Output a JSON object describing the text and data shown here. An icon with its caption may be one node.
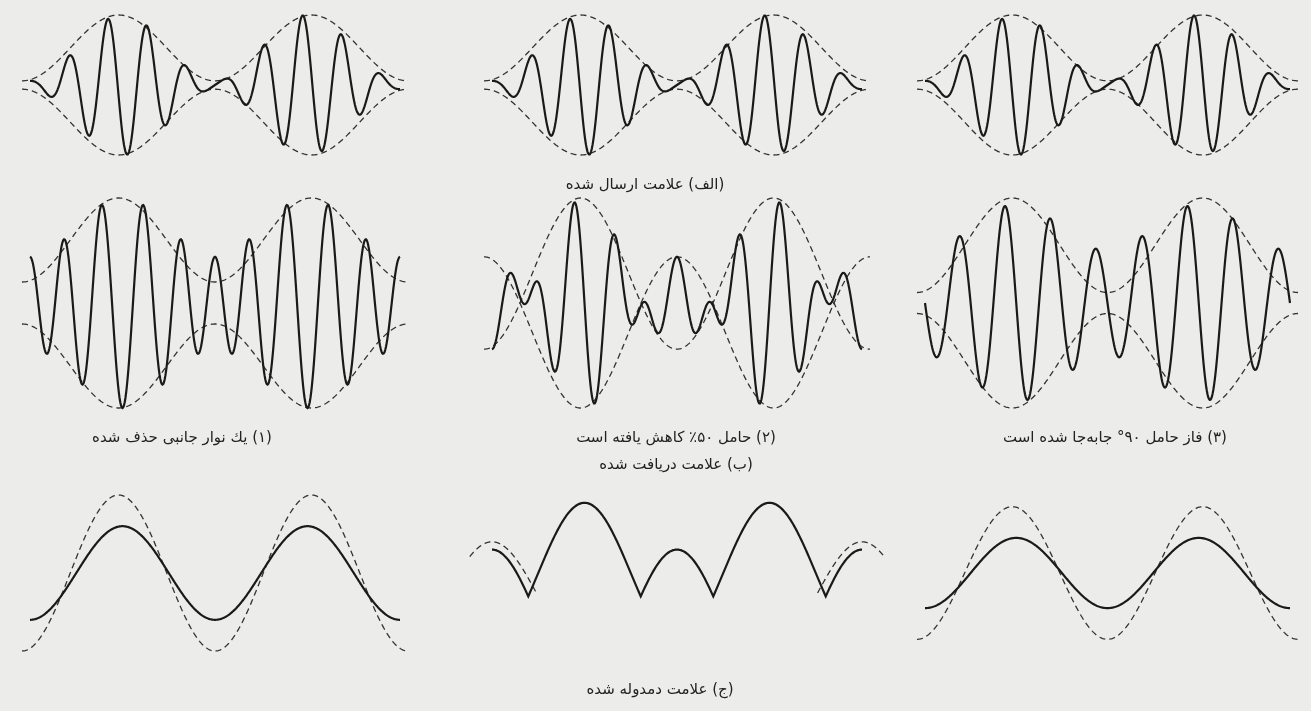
{
  "diagram": {
    "labels": [
      "(الف) علامت ارسال شده",
      "(۱) یك نوار جانبی حذف شده",
      "(۲) حامل ۵۰٪ کاهش یافته است",
      "(۳) فاز حامل ۹۰° جابه‌جا شده است",
      "(ب) علامت دریافت شده",
      "(ج) علامت دمدوله شده"
    ]
  }
}
